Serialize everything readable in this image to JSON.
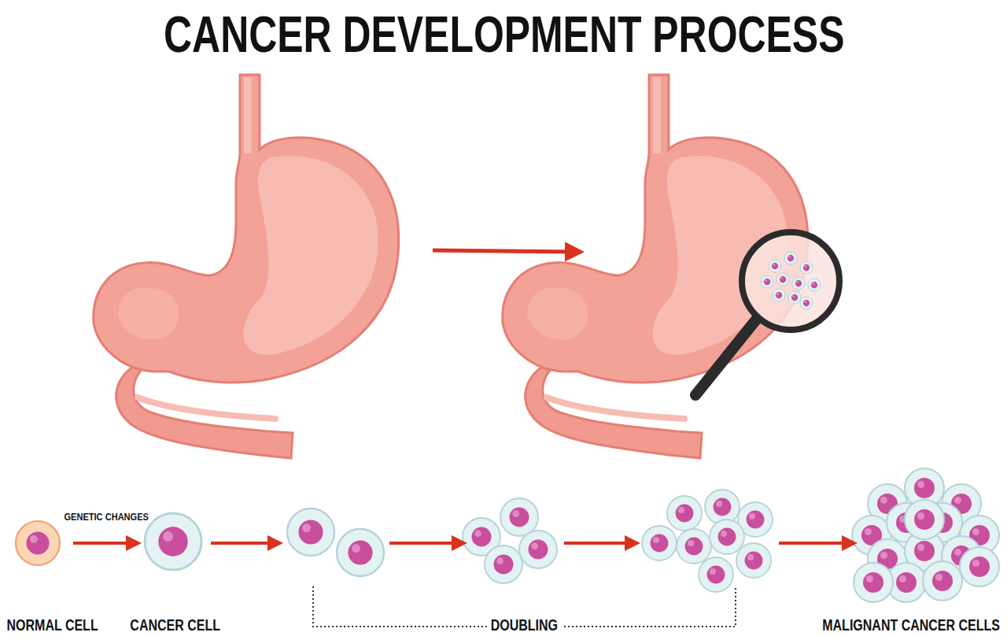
{
  "diagram": {
    "title": "CANCER DEVELOPMENT PROCESS",
    "labels": [
      "GENETIC CHANGES",
      "NORMAL CELL",
      "CANCER CELL",
      "DOUBLING",
      "MALIGNANT CANCER CELLS"
    ]
  }
}
